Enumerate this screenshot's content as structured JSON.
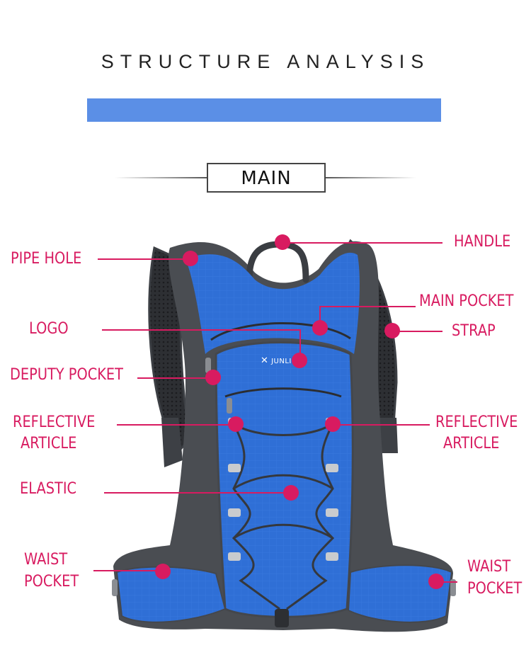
{
  "header": {
    "title": "STRUCTURE ANALYSIS",
    "section_label": "MAIN"
  },
  "colors": {
    "accent_bar": "#5b8fe6",
    "callout": "#d81b60",
    "bag_blue": "#2f6fd6",
    "bag_gray": "#4a4d52"
  },
  "callouts": {
    "pipe_hole": "PIPE HOLE",
    "handle": "HANDLE",
    "main_pocket": "MAIN POCKET",
    "logo": "LOGO",
    "strap": "STRAP",
    "deputy_pocket": "DEPUTY POCKET",
    "reflective_left_1": "REFLECTIVE",
    "reflective_left_2": "ARTICLE",
    "reflective_right_1": "REFLECTIVE",
    "reflective_right_2": "ARTICLE",
    "elastic": "ELASTIC",
    "waist_left_1": "WAIST",
    "waist_left_2": "POCKET",
    "waist_right_1": "WAIST",
    "waist_right_2": "POCKET"
  },
  "product": {
    "logo_text": "JUNLI"
  }
}
